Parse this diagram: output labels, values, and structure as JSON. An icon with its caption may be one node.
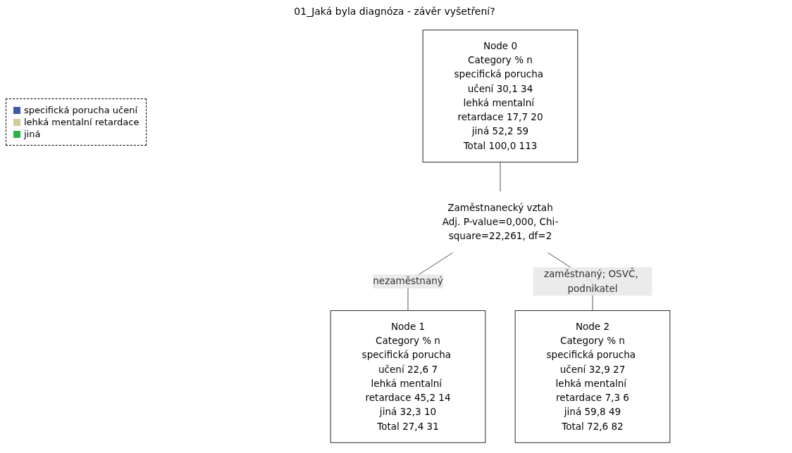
{
  "diagram": {
    "title": "01_Jaká byla diagnóza - závěr vyšetření?",
    "nodes": [
      {
        "text": [
          "Node 0",
          "Category % n",
          "specifická porucha učení 30,1 34",
          "lehká mentalní retardace 17,7 20",
          "jiná 52,2 59",
          "Total 100,0 113"
        ]
      },
      {
        "text": [
          "Zaměstnanecký vztah",
          "Adj. P-value=0,000, Chi-square=22,261, df=2"
        ]
      },
      {
        "text": [
          "Node 1",
          "Category % n",
          "specifická porucha učení 22,6 7",
          "lehká mentalní retardace 45,2 14",
          "jiná 32,3 10",
          "Total 27,4 31"
        ]
      },
      {
        "text": [
          "Node 2",
          "Category % n",
          "specifická porucha učení 32,9 27",
          "lehká mentalní retardace 7,3 6",
          "jiná 59,8 49",
          "Total 72,6 82"
        ]
      }
    ],
    "edges": [
      {
        "from": 0,
        "to": 1,
        "arrow": "none"
      },
      {
        "from": 1,
        "to": 2,
        "arrow": "none",
        "label": "nezaměstnaný"
      },
      {
        "from": 1,
        "to": 3,
        "arrow": "none",
        "label": "zaměstnaný; OSVČ, podnikatel"
      }
    ],
    "legend": [
      {
        "text": "specifická porucha učení",
        "color": "#3c58a8"
      },
      {
        "text": "lehká mentalní retardace",
        "color": "#d3cc99"
      },
      {
        "text": "jiná",
        "color": "#2bb34a"
      }
    ]
  }
}
